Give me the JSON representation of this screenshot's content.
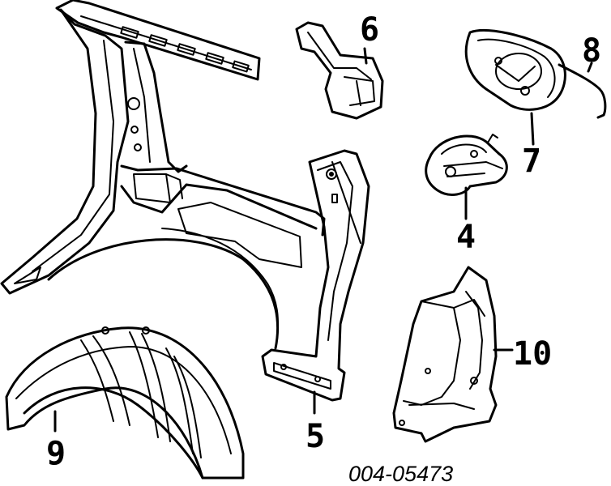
{
  "callouts": {
    "c4": "4",
    "c5": "5",
    "c6": "6",
    "c7": "7",
    "c8": "8",
    "c9": "9",
    "c10": "10"
  },
  "part_number": "004-05473"
}
